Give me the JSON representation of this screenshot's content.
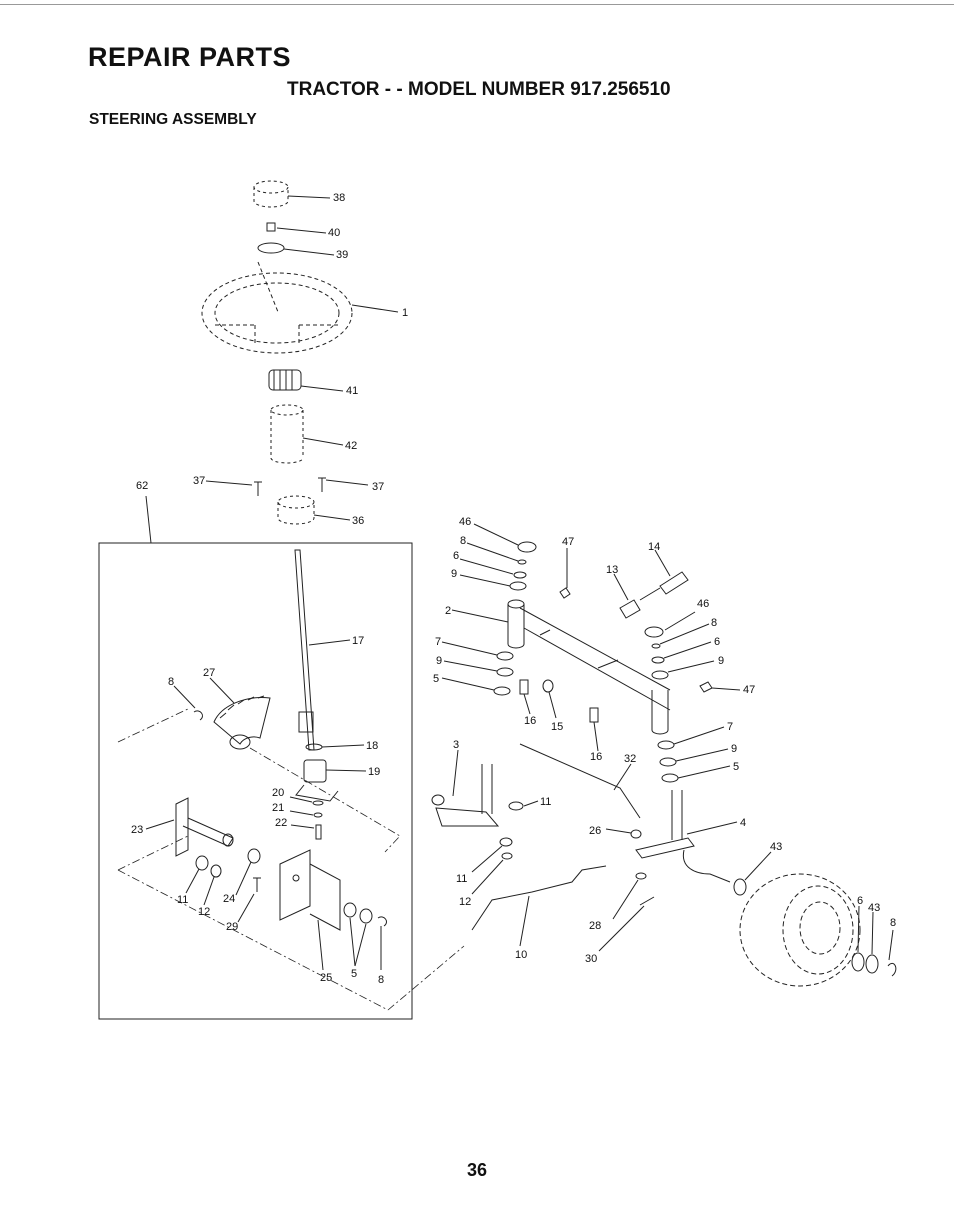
{
  "header": {
    "title": "REPAIR PARTS",
    "subtitle": "TRACTOR - - MODEL NUMBER 917.256510",
    "section": "STEERING ASSEMBLY"
  },
  "footer": {
    "page_number": "36"
  },
  "callouts": {
    "c38": "38",
    "c40": "40",
    "c39": "39",
    "c1": "1",
    "c41": "41",
    "c42": "42",
    "c62": "62",
    "c37a": "37",
    "c37b": "37",
    "c36": "36",
    "c17": "17",
    "c27": "27",
    "c8a": "8",
    "c18": "18",
    "c19": "19",
    "c20": "20",
    "c21": "21",
    "c22": "22",
    "c23": "23",
    "c11a": "11",
    "c12a": "12",
    "c24": "24",
    "c29": "29",
    "c25": "25",
    "c5a": "5",
    "c8b": "8",
    "c46a": "46",
    "c8c": "8",
    "c6a": "6",
    "c9a": "9",
    "c47a": "47",
    "c14": "14",
    "c13": "13",
    "c2": "2",
    "c46b": "46",
    "c8d": "8",
    "c6b": "6",
    "c9b": "9",
    "c7a": "7",
    "c9c": "9",
    "c5b": "5",
    "c47b": "47",
    "c16a": "16",
    "c15": "15",
    "c16b": "16",
    "c3": "3",
    "c32": "32",
    "c7b": "7",
    "c9d": "9",
    "c5c": "5",
    "c11b": "11",
    "c26": "26",
    "c4": "4",
    "c43a": "43",
    "c11c": "11",
    "c12b": "12",
    "c28": "28",
    "c10": "10",
    "c30": "30",
    "c6c": "6",
    "c43b": "43",
    "c8e": "8"
  }
}
